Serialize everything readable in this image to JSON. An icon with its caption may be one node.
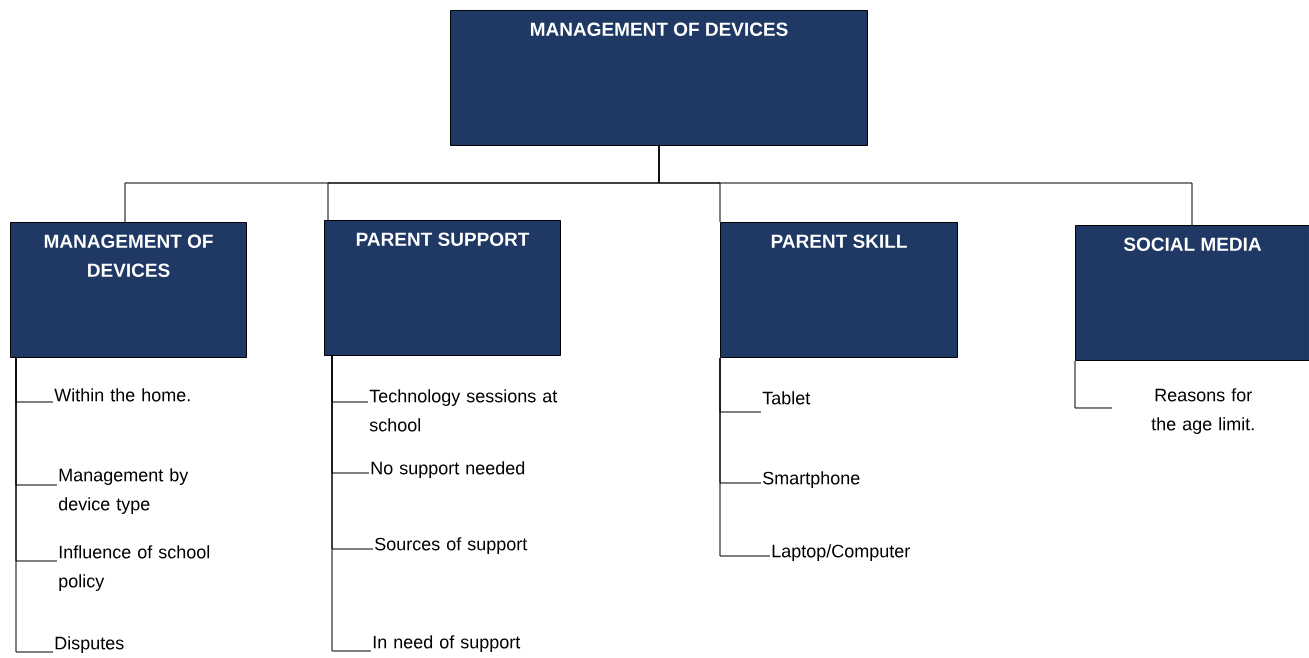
{
  "diagram": {
    "nodes": [
      {
        "text": [
          "MANAGEMENT OF DEVICES"
        ]
      },
      {
        "text": [
          "MANAGEMENT OF DEVICES"
        ]
      },
      {
        "text": [
          "PARENT SUPPORT"
        ]
      },
      {
        "text": [
          "PARENT SKILL"
        ]
      },
      {
        "text": [
          "SOCIAL MEDIA"
        ]
      },
      {
        "text": [
          "Within the home."
        ]
      },
      {
        "text": [
          "Management by device type"
        ]
      },
      {
        "text": [
          "Influence of school policy"
        ]
      },
      {
        "text": [
          "Disputes"
        ]
      },
      {
        "text": [
          "Technology sessions at school"
        ]
      },
      {
        "text": [
          "No support needed"
        ]
      },
      {
        "text": [
          "Sources of support"
        ]
      },
      {
        "text": [
          "In need of support"
        ]
      },
      {
        "text": [
          "Tablet"
        ]
      },
      {
        "text": [
          "Smartphone"
        ]
      },
      {
        "text": [
          "Laptop/Computer"
        ]
      },
      {
        "text": [
          "Reasons for the age limit."
        ]
      }
    ],
    "edges": [
      {
        "from": 0,
        "to": 1,
        "arrow": "none"
      },
      {
        "from": 0,
        "to": 2,
        "arrow": "none"
      },
      {
        "from": 0,
        "to": 3,
        "arrow": "none"
      },
      {
        "from": 0,
        "to": 4,
        "arrow": "none"
      },
      {
        "from": 1,
        "to": 5,
        "arrow": "none"
      },
      {
        "from": 1,
        "to": 6,
        "arrow": "none"
      },
      {
        "from": 1,
        "to": 7,
        "arrow": "none"
      },
      {
        "from": 1,
        "to": 8,
        "arrow": "none"
      },
      {
        "from": 2,
        "to": 9,
        "arrow": "none"
      },
      {
        "from": 2,
        "to": 10,
        "arrow": "none"
      },
      {
        "from": 2,
        "to": 11,
        "arrow": "none"
      },
      {
        "from": 2,
        "to": 12,
        "arrow": "none"
      },
      {
        "from": 3,
        "to": 13,
        "arrow": "none"
      },
      {
        "from": 3,
        "to": 14,
        "arrow": "none"
      },
      {
        "from": 3,
        "to": 15,
        "arrow": "none"
      },
      {
        "from": 4,
        "to": 16,
        "arrow": "none"
      }
    ]
  }
}
